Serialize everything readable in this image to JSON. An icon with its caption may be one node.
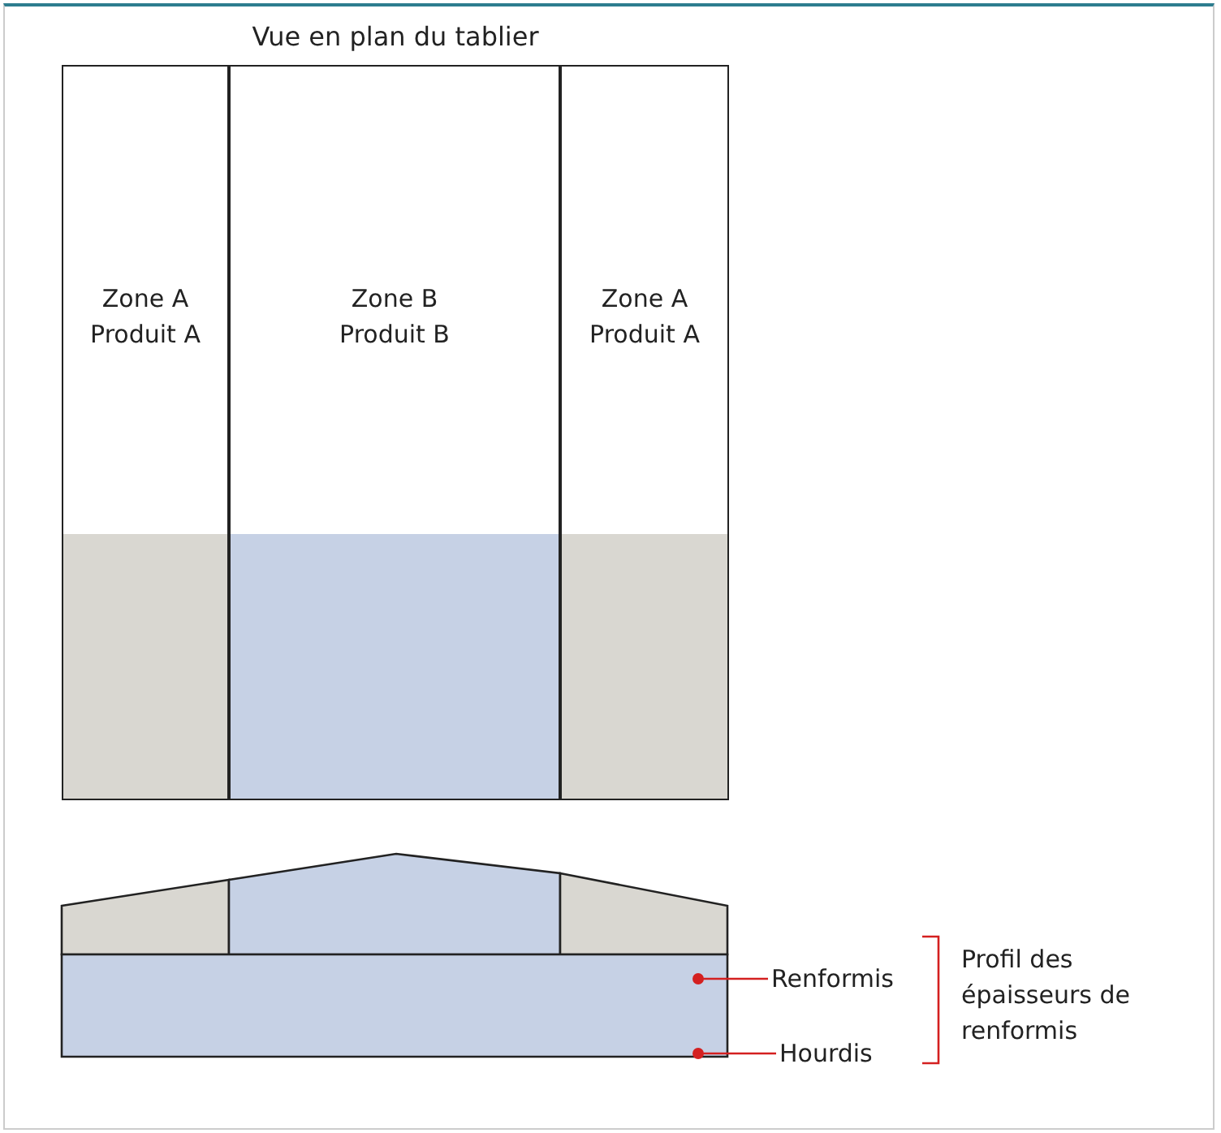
{
  "diagram": {
    "nodes": [
      {
        "text": [
          "Vue en plan du tablier"
        ]
      },
      {
        "text": [
          "Zone A Produit A"
        ],
        "in": 0
      },
      {
        "text": [
          "Zone B Produit B"
        ],
        "in": 0
      },
      {
        "text": [
          "Zone A Produit A"
        ],
        "in": 0
      },
      {
        "text": [],
        "shape": "box"
      },
      {
        "text": [
          "Renformis"
        ]
      },
      {
        "text": [],
        "shape": "box"
      },
      {
        "text": [
          "Hourdis"
        ]
      }
    ],
    "edges": [
      {
        "from": 5,
        "to": 4,
        "arrow": "other",
        "color": "#d42020"
      },
      {
        "from": 7,
        "to": 6,
        "arrow": "other",
        "color": "#d42020"
      }
    ],
    "labels": [
      "Profil des épaisseurs de renformis"
    ]
  }
}
